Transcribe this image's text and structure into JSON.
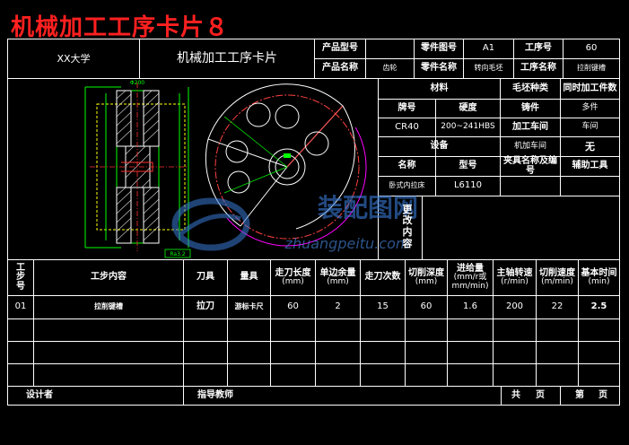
{
  "title": "机械加工工序卡片８",
  "header": {
    "school": "XX大学",
    "card_name": "机械加工工序卡片",
    "product_model_label": "产品型号",
    "product_model_value": "",
    "part_drawing_label": "零件图号",
    "part_drawing_value": "A1",
    "process_no_label": "工序号",
    "process_no_value": "60",
    "product_name_label": "产品名称",
    "product_name_value": "齿轮",
    "part_name_label": "零件名称",
    "part_name_value": "转向毛坯",
    "process_name_label": "工序名称",
    "process_name_value": "拉削键槽"
  },
  "info": {
    "material_label": "材料",
    "blank_type_label": "毛坯种类",
    "parts_count_label": "同时加工件数",
    "grade_label": "牌号",
    "hardness_label": "硬度",
    "blank_type_value": "铸件",
    "parts_count_value": "多件",
    "grade_value": "CR40",
    "hardness_value": "200~241HBS",
    "workshop_label": "加工车间",
    "workshop_value": "车间",
    "equipment_label": "设备",
    "machine_workshop_label": "机加车间",
    "none_value": "无",
    "name_label": "名称",
    "model_label": "型号",
    "fixture_label": "夹具名称及编号",
    "aux_tool_label": "辅助工具",
    "equipment_name_value": "卧式内拉床",
    "equipment_model_value": "L6110",
    "revision_label": "更改内容"
  },
  "steps": {
    "headers": [
      "工步号",
      "工步内容",
      "刀具",
      "量具",
      "走刀长度",
      "单边余量",
      "走刀次数",
      "切削深度",
      "进给量",
      "主轴转速",
      "切削速度",
      "基本时间"
    ],
    "units": [
      "",
      "",
      "",
      "",
      "(mm)",
      "(mm)",
      "",
      "(mm)",
      "(mm/r或mm/min)",
      "(r/min)",
      "(m/min)",
      "(min)"
    ],
    "rows": [
      [
        "01",
        "拉削键槽",
        "拉刀",
        "游标卡尺",
        "60",
        "2",
        "15",
        "60",
        "1.6",
        "200",
        "22",
        "2.5"
      ],
      [
        "",
        "",
        "",
        "",
        "",
        "",
        "",
        "",
        "",
        "",
        "",
        ""
      ],
      [
        "",
        "",
        "",
        "",
        "",
        "",
        "",
        "",
        "",
        "",
        "",
        ""
      ],
      [
        "",
        "",
        "",
        "",
        "",
        "",
        "",
        "",
        "",
        "",
        "",
        ""
      ]
    ]
  },
  "footer": {
    "designer_label": "设计者",
    "teacher_label": "指导教师",
    "total_label": "共",
    "page_unit": "页",
    "page_label": "第",
    "page_unit2": "页"
  },
  "drawing": {
    "dim_top": "Φ200",
    "roughness": "Ra3.2"
  },
  "watermark": {
    "brand": "装配图网",
    "url": "zhuangpeitu.com"
  }
}
